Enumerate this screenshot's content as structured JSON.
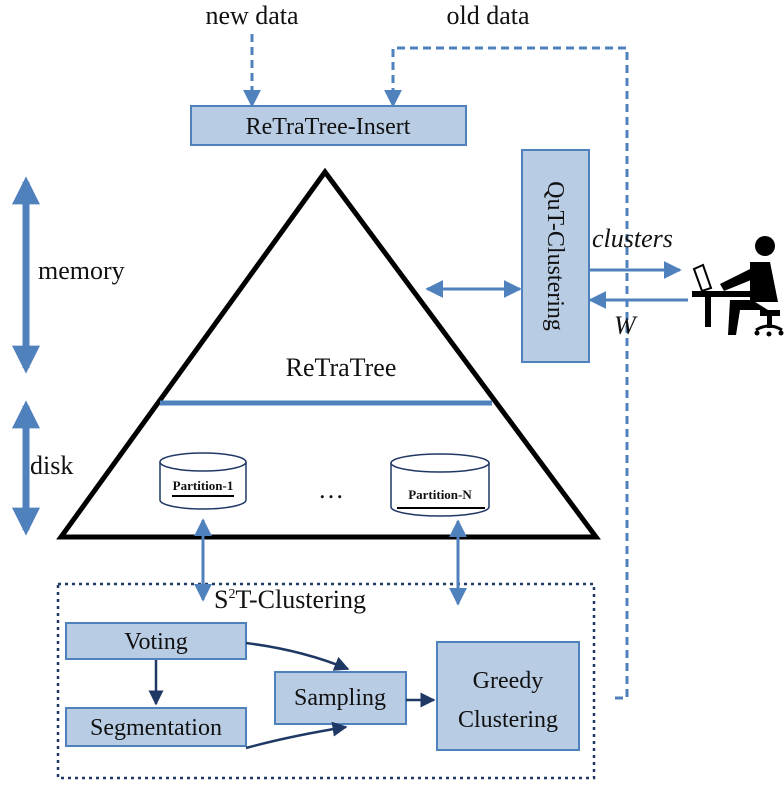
{
  "inputs": {
    "new_data": "new data",
    "old_data": "old data"
  },
  "insert_box": "ReTraTree-Insert",
  "tree_label": "ReTraTree",
  "partitions": {
    "first": "Partition-1",
    "ellipsis": "…",
    "last": "Partition-N"
  },
  "side_labels": {
    "memory": "memory",
    "disk": "disk"
  },
  "qut_box": "QuT-Clustering",
  "user_io": {
    "clusters": "clusters",
    "w": "W"
  },
  "s2t": {
    "title_s": "S",
    "title_sup": "2",
    "title_rest": "T-Clustering",
    "voting": "Voting",
    "segmentation": "Segmentation",
    "sampling": "Sampling",
    "greedy_line1": "Greedy",
    "greedy_line2": "Clustering"
  },
  "colors": {
    "box_fill": "#b8cce4",
    "box_stroke": "#4f81bd",
    "arrow": "#4f81bd",
    "dark_arrow": "#1f3864",
    "outline": "#000000"
  }
}
